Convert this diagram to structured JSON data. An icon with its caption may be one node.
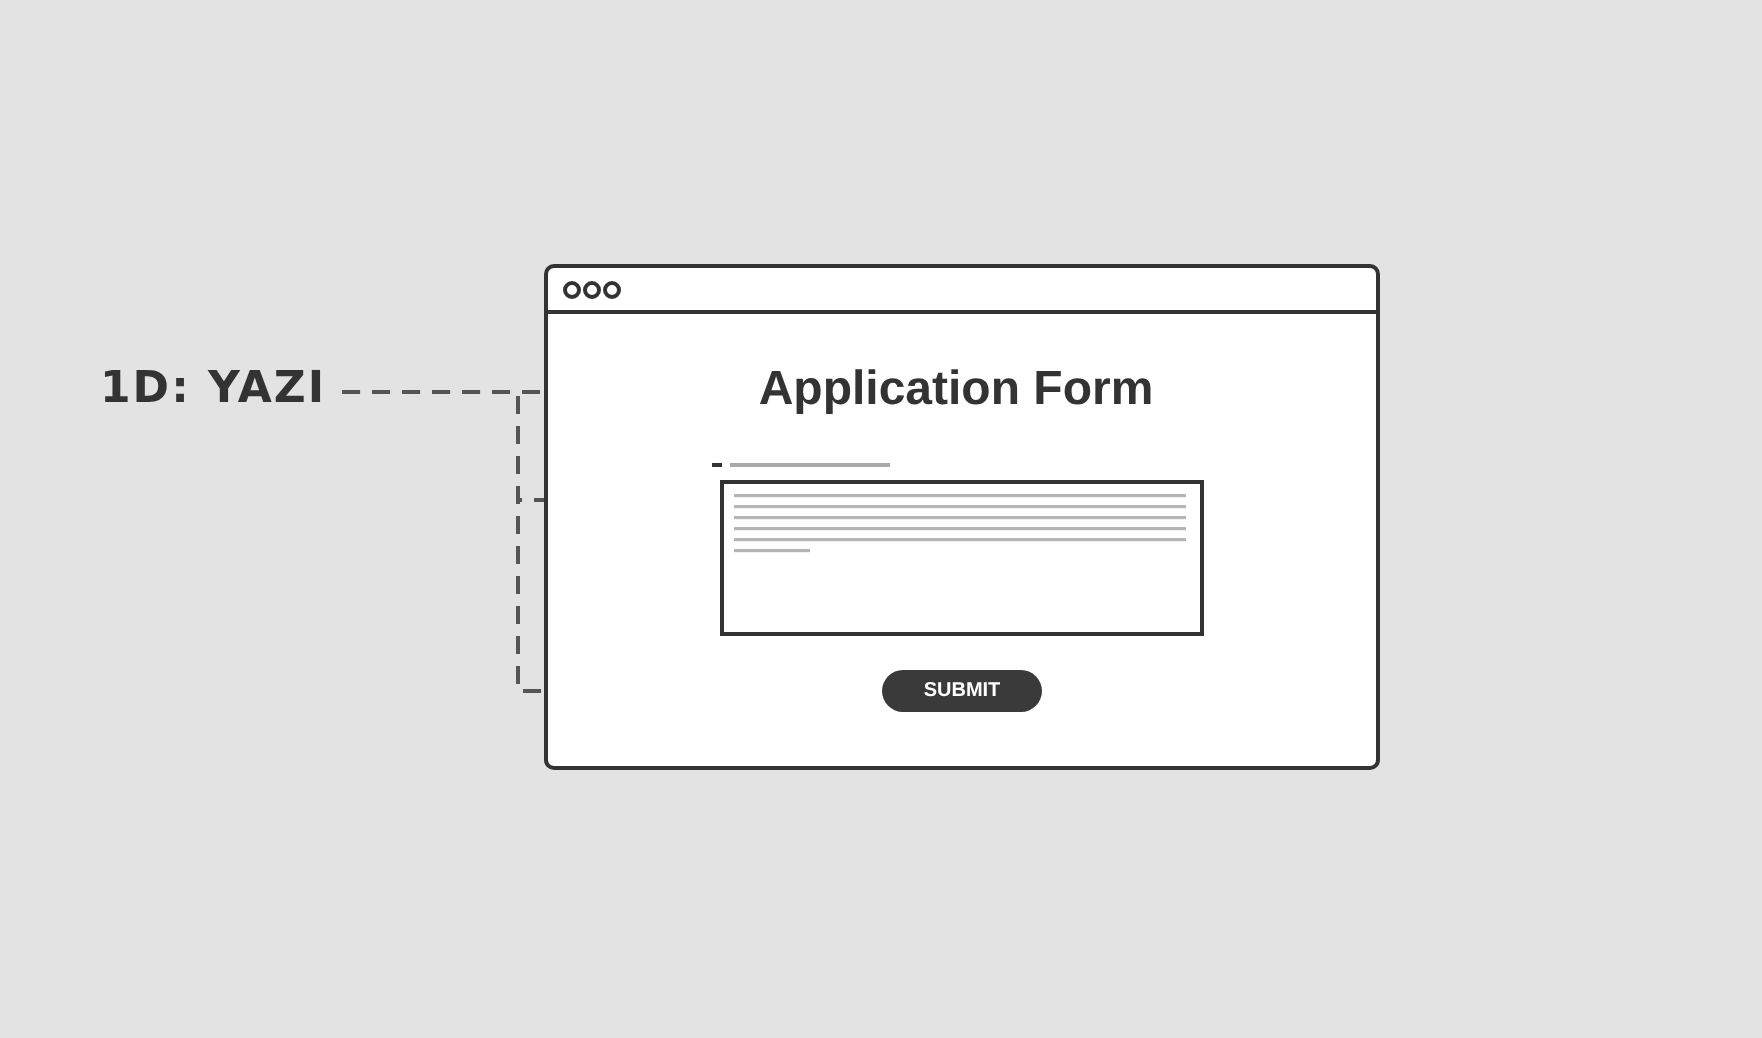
{
  "diagram": {
    "nodes": [
      {
        "text": [
          "1D: YAZI"
        ]
      },
      {
        "text": [],
        "shape": "box"
      },
      {
        "text": [
          "Application Form"
        ],
        "in": 1
      },
      {
        "text": [],
        "shape": "box",
        "in": 1
      },
      {
        "text": [
          "SUBMIT"
        ],
        "in": 1
      }
    ],
    "edges": [
      {
        "from": 0,
        "to": 2,
        "arrow": "none",
        "style": "dashed"
      },
      {
        "from": 0,
        "to": 3,
        "arrow": "none",
        "style": "dashed"
      },
      {
        "from": 0,
        "to": 4,
        "arrow": "none",
        "style": "dashed"
      }
    ]
  }
}
